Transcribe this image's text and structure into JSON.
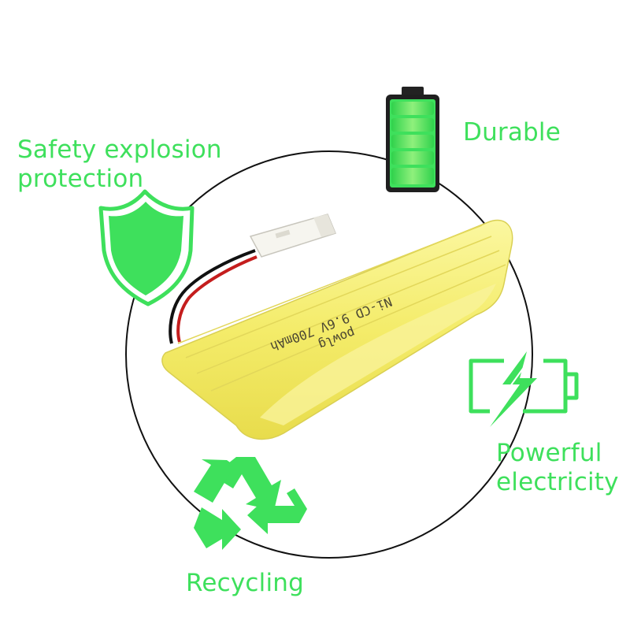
{
  "colors": {
    "accent_green": "#3ee05c",
    "battery_yellow": "#f6f07a",
    "circle_line": "#111111"
  },
  "features": {
    "safety": {
      "line1": "Safety explosion",
      "line2": "protection",
      "icon": "shield-icon"
    },
    "durable": {
      "label": "Durable",
      "icon": "full-battery-icon"
    },
    "power": {
      "line1": "Powerful",
      "line2": "electricity",
      "icon": "charging-battery-icon"
    },
    "recycle": {
      "label": "Recycling",
      "icon": "recycle-icon"
    }
  },
  "product": {
    "label_line1": "Ni-CD 9.6V 700mAh",
    "label_line2": "powlg"
  }
}
